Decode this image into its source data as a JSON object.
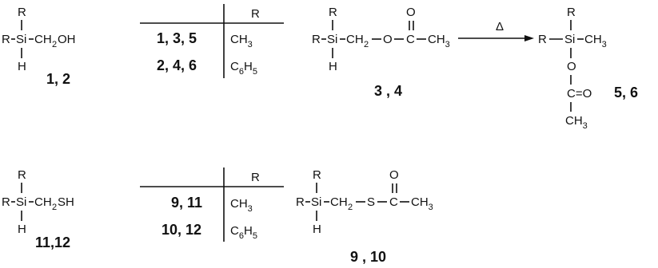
{
  "labels": {
    "R": "R",
    "Si": "Si",
    "H": "H",
    "CH": "CH",
    "two": "2",
    "three": "3",
    "five": "5",
    "six": "6",
    "OH": "OH",
    "SH": "SH",
    "O": "O",
    "S": "S",
    "C": "C",
    "Cdbl": "C=O",
    "delta": "Δ",
    "dash": "–"
  },
  "compound_labels": {
    "c12": "1, 2",
    "c34": "3 , 4",
    "c56": "5, 6",
    "c1112": "11,12",
    "c910": "9 , 10"
  },
  "table_top": {
    "header": "R",
    "rows": [
      {
        "ids": "1, 3, 5",
        "r_main": "CH",
        "r_sub": "3",
        "r_sub2": "",
        "r_tail": ""
      },
      {
        "ids": "2, 4, 6",
        "r_main": "C",
        "r_sub": "6",
        "r_mid": "H",
        "r_sub2": "5"
      }
    ]
  },
  "table_bottom": {
    "header": "R",
    "rows": [
      {
        "ids": "9, 11",
        "r_main": "CH",
        "r_sub": "3",
        "r_sub2": "",
        "r_tail": ""
      },
      {
        "ids": "10, 12",
        "r_main": "C",
        "r_sub": "6",
        "r_mid": "H",
        "r_sub2": "5"
      }
    ]
  }
}
